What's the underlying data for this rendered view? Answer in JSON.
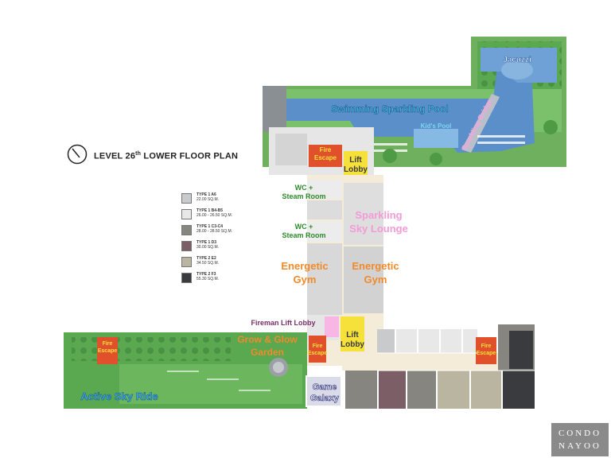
{
  "title": {
    "main": "LEVEL 26",
    "sup": "th",
    "rest": " LOWER FLOOR PLAN"
  },
  "legend": [
    {
      "type": "TYPE 1 A6",
      "area": "22.00 SQ.M.",
      "color": "#c8cacb"
    },
    {
      "type": "TYPE 1 B4-B5",
      "area": "26.00 - 26.50 SQ.M.",
      "color": "#e8e8e8"
    },
    {
      "type": "TYPE 1 C3-C4",
      "area": "28.00 - 28.50 SQ.M.",
      "color": "#86857f"
    },
    {
      "type": "TYPE 1 D3",
      "area": "30.00 SQ.M.",
      "color": "#7c5f66"
    },
    {
      "type": "TYPE 2 E2",
      "area": "34.50 SQ.M.",
      "color": "#b9b5a0"
    },
    {
      "type": "TYPE 2 F3",
      "area": "55.30 SQ.M.",
      "color": "#3a3b3e"
    }
  ],
  "labels": {
    "jacuzzi": "Jacuzzi",
    "pool": "Swimming Sparkling Pool",
    "kids_pool": "Kid's Pool",
    "bridge": "Sparkling Bridge",
    "fire_escape": [
      "Fire",
      "Escape"
    ],
    "lift_lobby": [
      "Lift",
      "Lobby"
    ],
    "wc": [
      "WC +",
      "Steam Room"
    ],
    "lounge": [
      "Sparkling",
      "Sky Lounge"
    ],
    "gym": [
      "Energetic",
      "Gym"
    ],
    "fireman": "Fireman Lift Lobby",
    "garden": [
      "Grow & Glow",
      "Garden"
    ],
    "game": [
      "Game",
      "Galaxy"
    ],
    "sky_ride": "Active Sky Ride"
  },
  "logo": {
    "line1": "CONDO",
    "line2": "NAYOO"
  },
  "colors": {
    "green": "#5aa84f",
    "pool": "#5b8fc9",
    "fire": "#e0502a",
    "lift": "#f5e13a",
    "orange_text": "#f08a2a",
    "pink_text": "#f29bd6",
    "corridor": "#f4ecd9"
  }
}
